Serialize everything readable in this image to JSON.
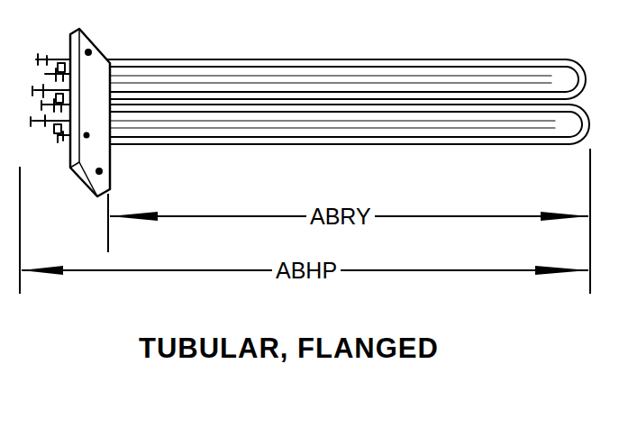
{
  "diagram": {
    "caption": "TUBULAR, FLANGED",
    "labels": [
      "ABRY",
      "ABHP"
    ]
  }
}
